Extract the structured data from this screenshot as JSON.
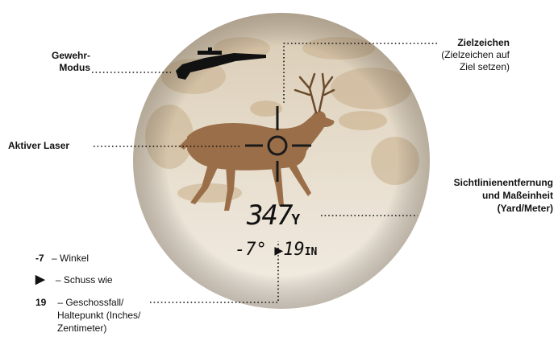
{
  "callouts": {
    "rifle_mode": [
      "Gewehr-",
      "Modus"
    ],
    "active_laser": "Aktiver Laser",
    "reticle": {
      "title": "Zielzeichen",
      "note": [
        "(Zielzeichen auf",
        "Ziel setzen)"
      ]
    },
    "distance": {
      "title": [
        "Sichtlinienentfernung",
        "und Maßeinheit",
        "(Yard/Meter)"
      ]
    }
  },
  "display": {
    "distance_value": "347",
    "distance_unit": "Y",
    "angle": "-7°",
    "arrow": "▶",
    "holdover_value": "19",
    "holdover_unit": "IN"
  },
  "legend": [
    {
      "key": "-7",
      "text": [
        "– Winkel"
      ]
    },
    {
      "key": "▶",
      "text": [
        "– Schuss wie"
      ]
    },
    {
      "key": "19",
      "text": [
        "– Geschossfall/",
        "Haltepunkt (Inches/",
        "Zentimeter)"
      ]
    }
  ],
  "colors": {
    "scope_ground": "#e9e2d6",
    "deer": "#9a6e48",
    "reticle": "#1a1a1a"
  }
}
